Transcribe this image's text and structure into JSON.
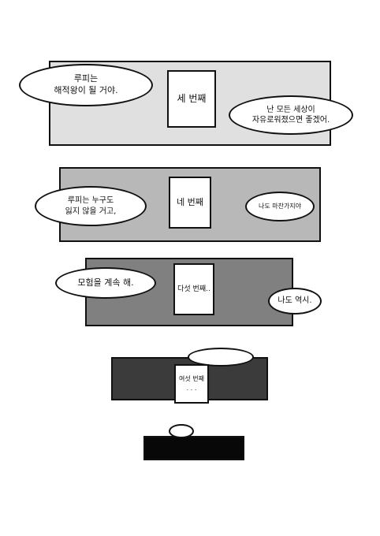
{
  "colors": {
    "panel1": "#e0e0e0",
    "panel2": "#b8b8b8",
    "panel3": "#808080",
    "panel4": "#3b3b3b",
    "panel5": "#080808",
    "line": "#111111",
    "paper": "#ffffff"
  },
  "panels": [
    {
      "card": "세 번째",
      "bubble_left": "루피는\n해적왕이 될 거야.",
      "bubble_right": "난 모든 세상이\n자유로워졌으면 좋겠어."
    },
    {
      "card": "네 번째",
      "bubble_left": "루피는 누구도\n잃지 않을 거고,",
      "bubble_right": "나도 마찬가지야"
    },
    {
      "card": "다섯 번째..",
      "bubble_left": "모험을 계속 해.",
      "bubble_right": "나도 역시."
    },
    {
      "card": "여섯 번째",
      "card_sub": ". . ."
    }
  ]
}
